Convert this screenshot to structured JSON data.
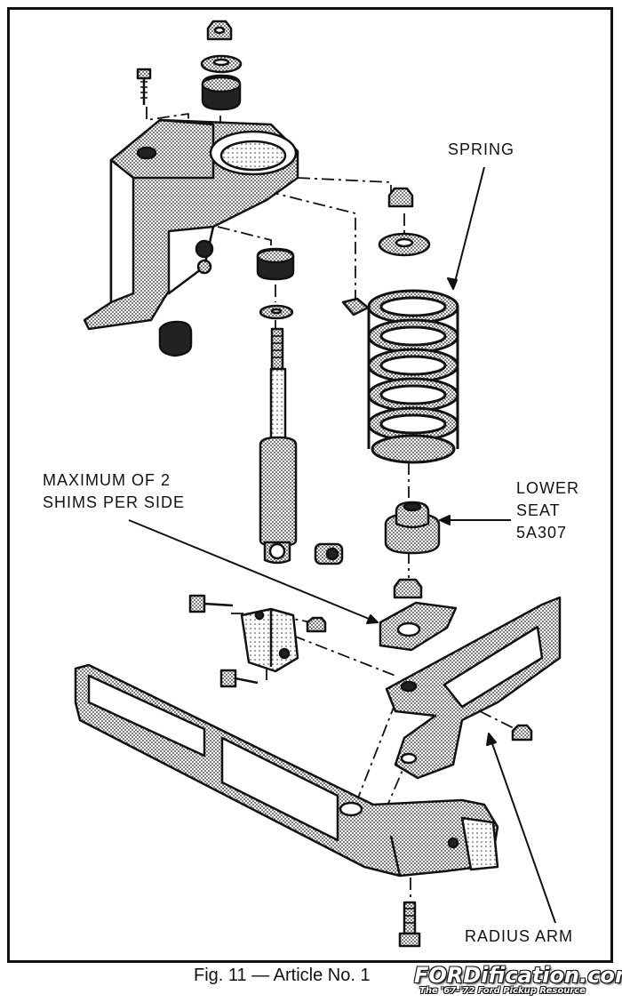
{
  "labels": {
    "spring": "SPRING",
    "shims_line1": "MAXIMUM OF 2",
    "shims_line2": "SHIMS PER SIDE",
    "lower_seat_line1": "LOWER",
    "lower_seat_line2": "SEAT",
    "lower_seat_line3": "5A307",
    "radius_arm": "RADIUS ARM"
  },
  "caption": "Fig. 11 — Article No. 1",
  "watermark": {
    "brand": "FORDification.com",
    "tagline": "The '67-'72 Ford Pickup Resource"
  }
}
